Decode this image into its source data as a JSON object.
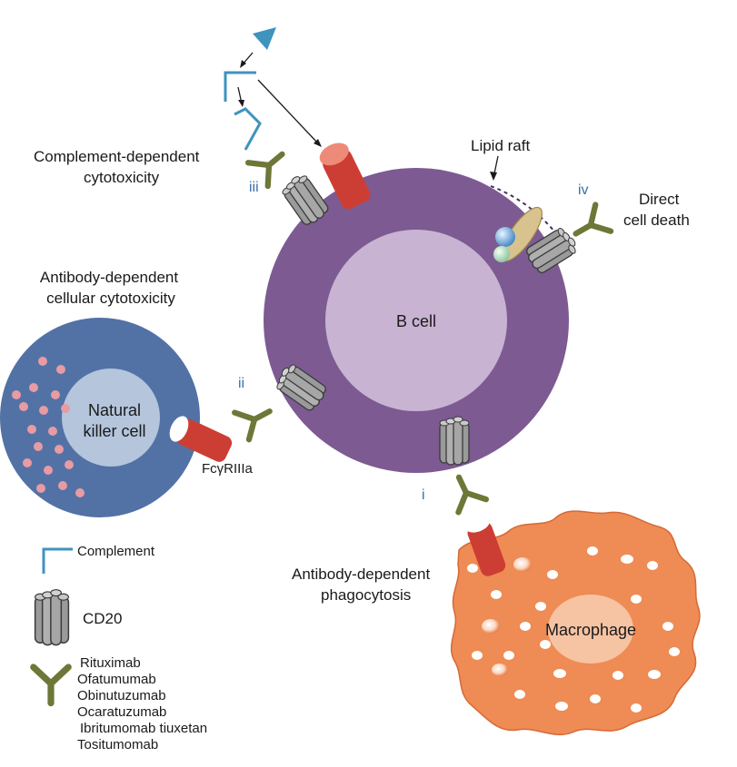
{
  "mechanisms": {
    "cdc": {
      "label_line1": "Complement-dependent",
      "label_line2": "cytotoxicity",
      "step": "iii"
    },
    "adcc": {
      "label_line1": "Antibody-dependent",
      "label_line2": "cellular cytotoxicity",
      "step": "ii"
    },
    "adp": {
      "label_line1": "Antibody-dependent",
      "label_line2": "phagocytosis",
      "step": "i"
    },
    "direct": {
      "label_line1": "Direct",
      "label_line2": "cell death",
      "step": "iv"
    }
  },
  "lipid_raft": "Lipid raft",
  "cells": {
    "b_cell": "B cell",
    "nk_line1": "Natural",
    "nk_line2": "killer cell",
    "macrophage": "Macrophage"
  },
  "receptor": "FcγRIIIa",
  "legend": {
    "complement": "Complement",
    "cd20": "CD20",
    "antibodies": [
      "Rituximab",
      "Ofatumumab",
      "Obinutuzumab",
      "Ocaratuzumab",
      "Ibritumomab tiuxetan",
      "Tositumomab"
    ]
  },
  "colors": {
    "b_cell": "#7d5a92",
    "b_cell_nucleus": "#c8b3d3",
    "nk_cell": "#5272a6",
    "nk_nucleus": "#b4c5dc",
    "granule": "#e89ba3",
    "macrophage": "#ef8b54",
    "macrophage_nucleus": "#f6c3a3",
    "antibody": "#6e7737",
    "fc_receptor": "#cc3e34",
    "complement": "#3f93bf",
    "cd20": "#9a9a9a",
    "step": "#3b6fa8"
  }
}
